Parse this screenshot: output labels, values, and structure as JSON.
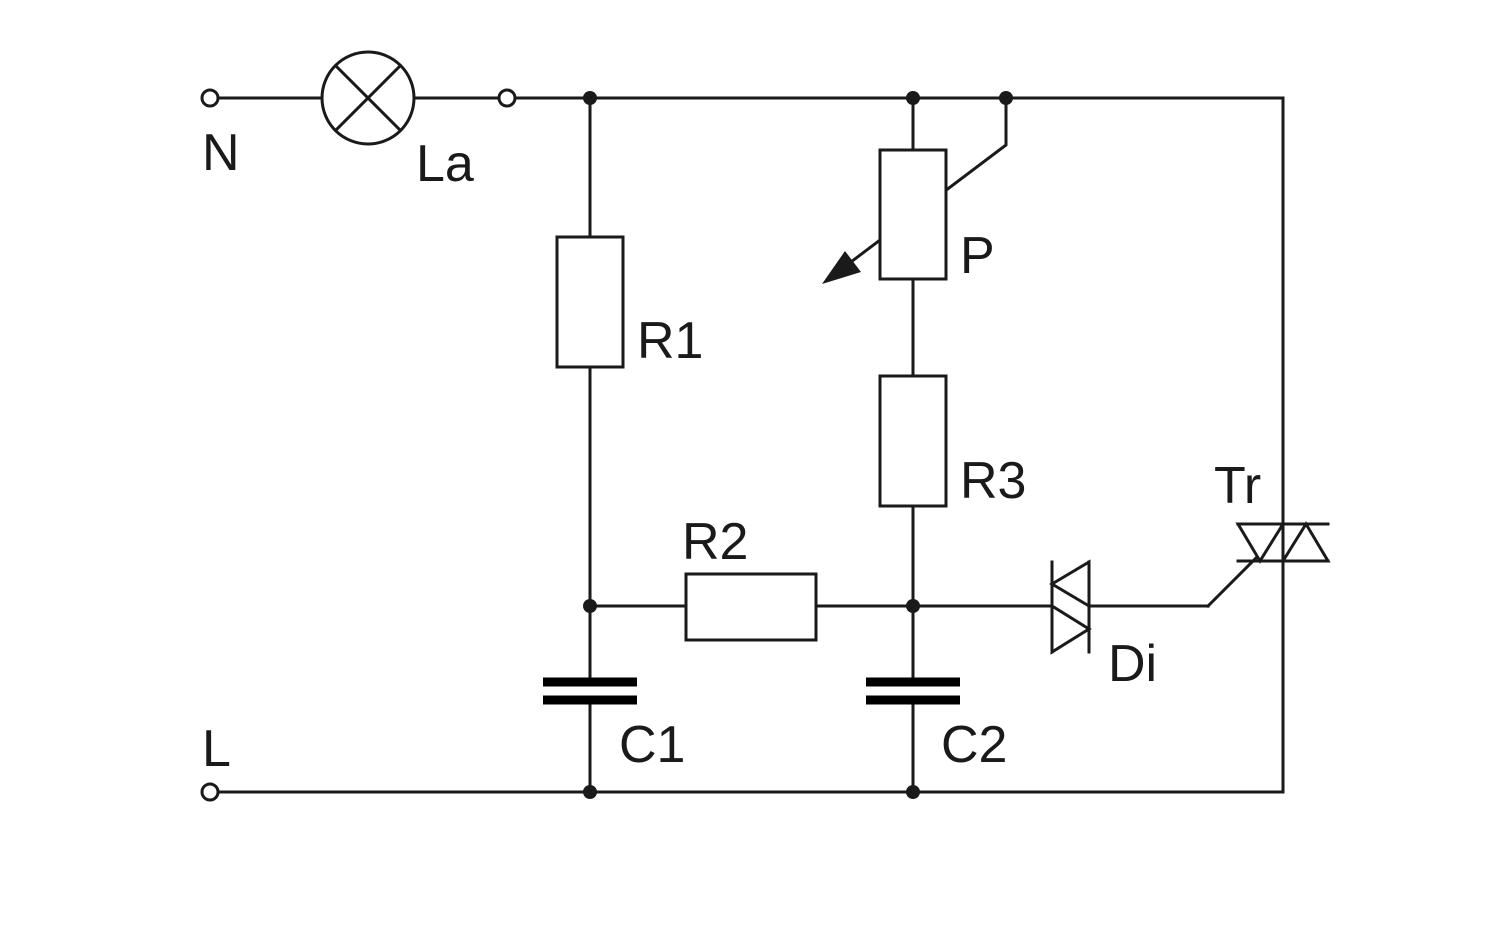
{
  "diagram": {
    "type": "circuit-schematic",
    "colors": {
      "line": "#1a1a1a",
      "background": "#ffffff"
    },
    "terminals": {
      "neutral": "N",
      "line": "L"
    },
    "components": {
      "lamp": "La",
      "r1": "R1",
      "potentiometer": "P",
      "r3": "R3",
      "r2": "R2",
      "c1": "C1",
      "c2": "C2",
      "diac": "Di",
      "triac": "Tr"
    }
  }
}
